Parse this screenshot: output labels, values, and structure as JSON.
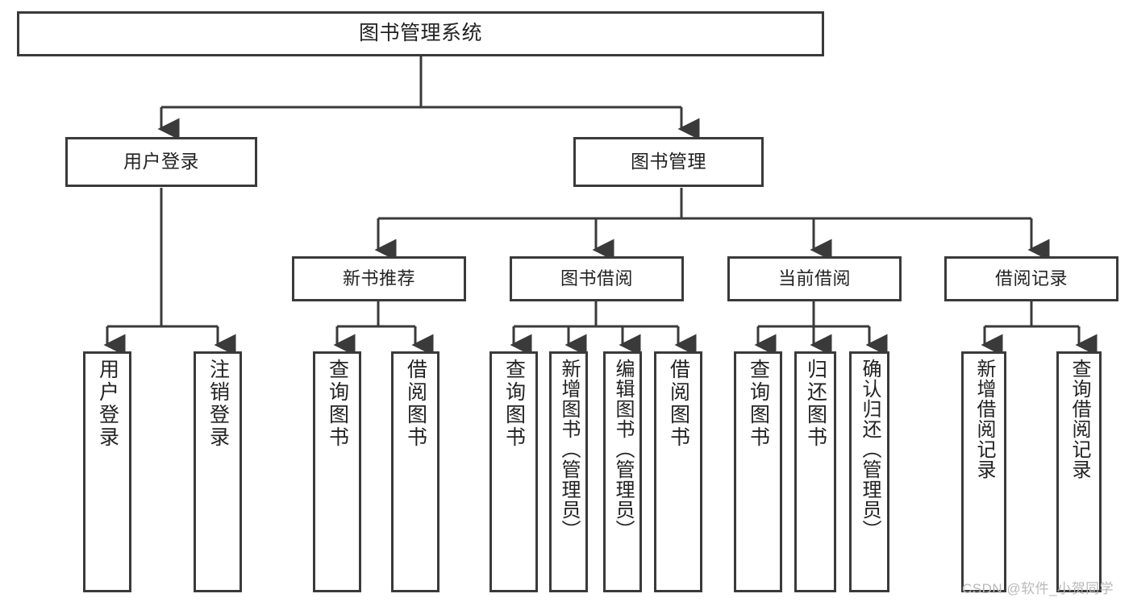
{
  "diagram": {
    "type": "hierarchy-tree",
    "title": "图书管理系统",
    "watermark": "CSDN @软件_小贺同学",
    "colors": {
      "box_border": "#3a3a3a",
      "box_fill": "#ffffff",
      "connector": "#3a3a3a",
      "text": "#222222",
      "watermark": "#b9b9b9"
    },
    "nodes": {
      "root": {
        "label": "图书管理系统"
      },
      "tier1": [
        {
          "label": "用户登录"
        },
        {
          "label": "图书管理"
        }
      ],
      "tier2": [
        {
          "label": "新书推荐"
        },
        {
          "label": "图书借阅"
        },
        {
          "label": "当前借阅"
        },
        {
          "label": "借阅记录"
        }
      ],
      "leaves": {
        "user_login": [
          {
            "label": "用户登录"
          },
          {
            "label": "注销登录"
          }
        ],
        "new_book": [
          {
            "label": "查询图书"
          },
          {
            "label": "借阅图书"
          }
        ],
        "book_borrow": [
          {
            "label": "查询图书"
          },
          {
            "label": "新增图书（管理员）"
          },
          {
            "label": "编辑图书（管理员）"
          },
          {
            "label": "借阅图书"
          }
        ],
        "current_borrow": [
          {
            "label": "查询图书"
          },
          {
            "label": "归还图书"
          },
          {
            "label": "确认归还（管理员）"
          }
        ],
        "borrow_record": [
          {
            "label": "新增借阅记录"
          },
          {
            "label": "查询借阅记录"
          }
        ]
      }
    }
  }
}
